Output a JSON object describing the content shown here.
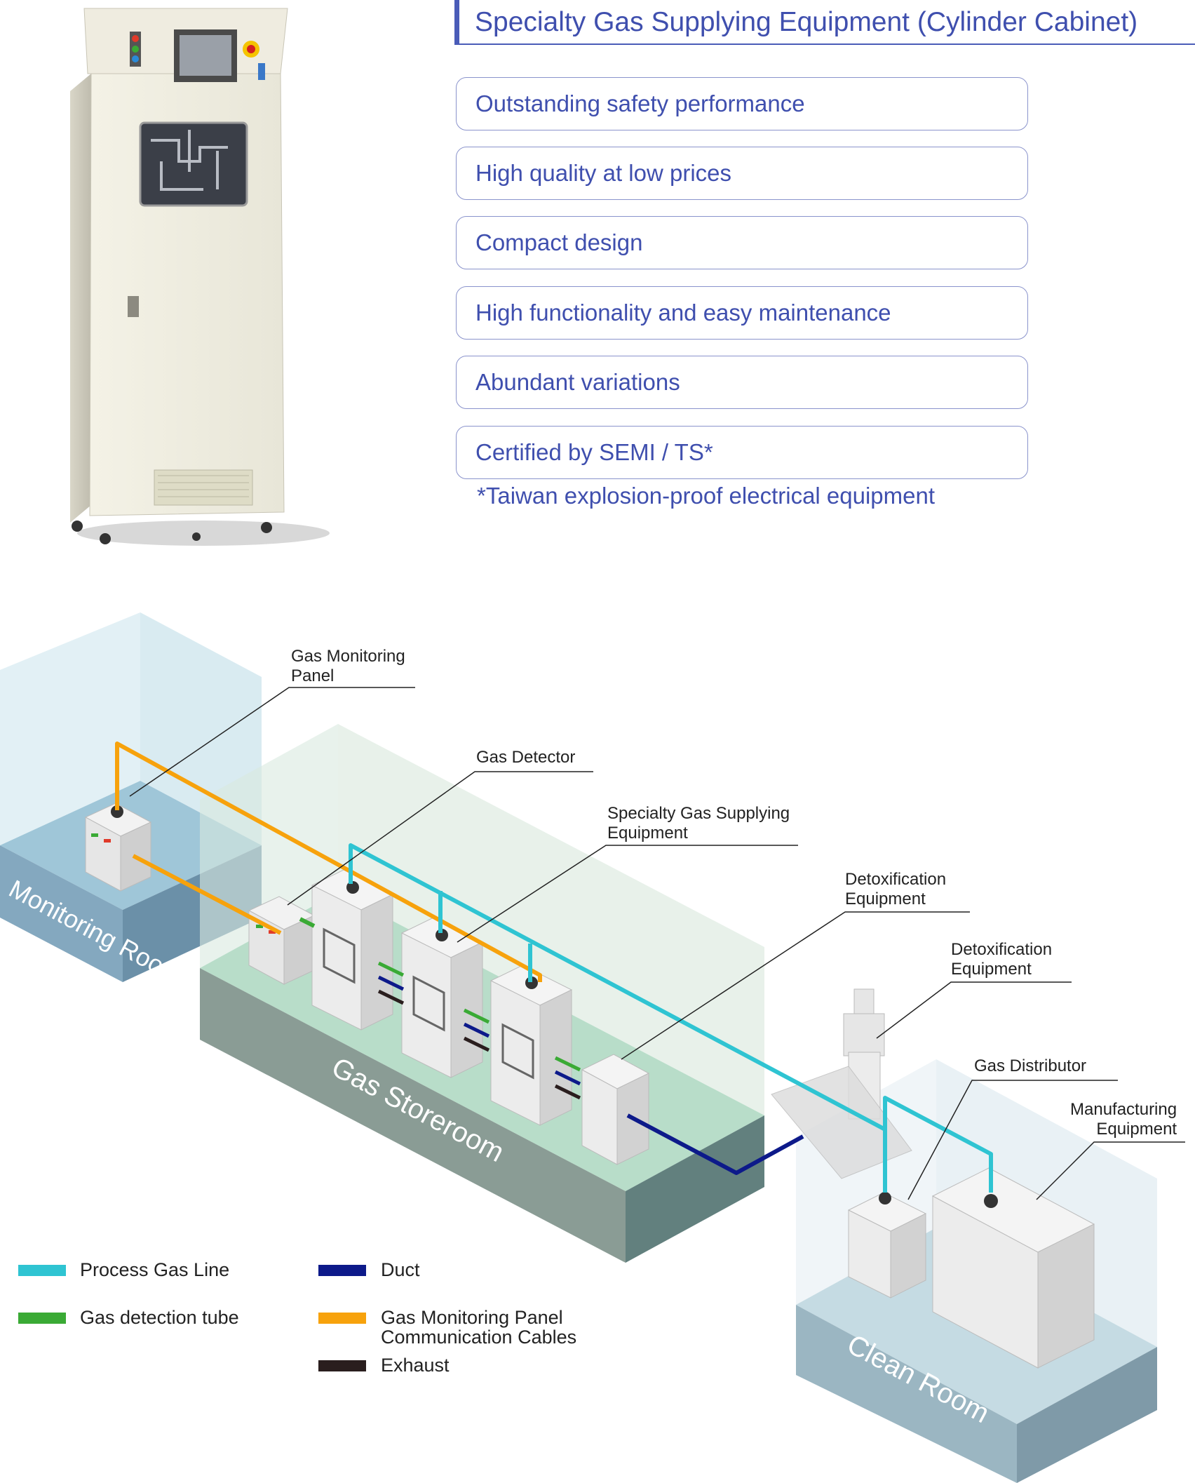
{
  "header": {
    "title": "Specialty Gas Supplying Equipment (Cylinder Cabinet)"
  },
  "features": [
    "Outstanding safety performance",
    "High quality at low prices",
    "Compact design",
    "High functionality and easy maintenance",
    "Abundant variations",
    "Certified by SEMI / TS*"
  ],
  "footnote": "*Taiwan explosion-proof electrical equipment",
  "diagram": {
    "rooms": {
      "monitoring": "Monitoring Room",
      "storeroom": "Gas Storeroom",
      "clean": "Clean Room"
    },
    "callouts": {
      "gas_monitoring_panel": [
        "Gas Monitoring",
        "Panel"
      ],
      "gas_detector": [
        "Gas Detector"
      ],
      "specialty_gas": [
        "Specialty Gas Supplying",
        "Equipment"
      ],
      "detox_1": [
        "Detoxification",
        "Equipment"
      ],
      "detox_2": [
        "Detoxification",
        "Equipment"
      ],
      "gas_distributor": [
        "Gas Distributor"
      ],
      "manufacturing": [
        "Manufacturing",
        "Equipment"
      ]
    }
  },
  "legend": [
    {
      "label": "Process Gas Line",
      "color": "#2fc4d2"
    },
    {
      "label": "Gas detection tube",
      "color": "#3aaa35"
    },
    {
      "label": "Duct",
      "color": "#0d1a8a"
    },
    {
      "label": "Gas Monitoring Panel\nCommunication Cables",
      "color": "#f7a20c"
    },
    {
      "label": "Exhaust",
      "color": "#2a1e1e"
    }
  ],
  "colors": {
    "accent": "#3f4fae",
    "process_gas": "#2fc4d2",
    "detection": "#3aaa35",
    "duct": "#0d1a8a",
    "comm": "#f7a20c",
    "exhaust": "#2a1e1e"
  }
}
